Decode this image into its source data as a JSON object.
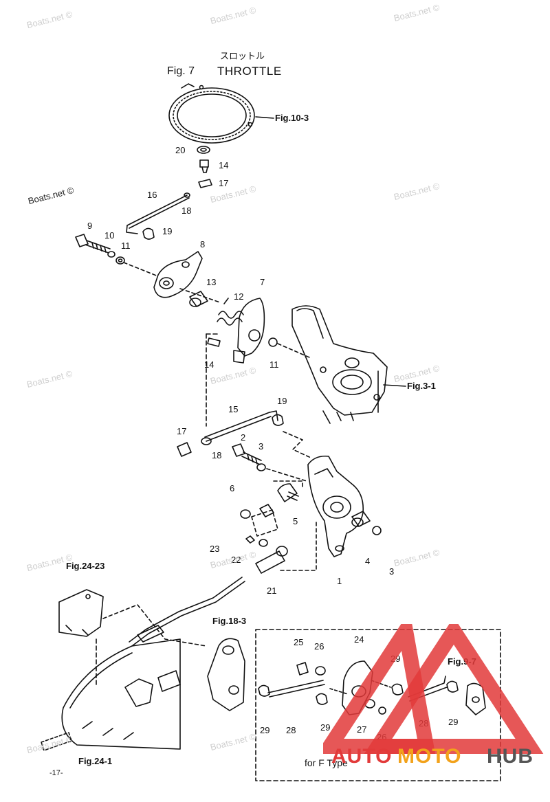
{
  "header": {
    "japanese_title": "スロットル",
    "figure_label": "Fig. 7",
    "title": "THROTTLE"
  },
  "watermark": "Boats.net ©",
  "page_number": "-17-",
  "note_box_label": "for F Type",
  "figure_refs": [
    "Fig.10-3",
    "Fig.3-1",
    "Fig.24-23",
    "Fig.18-3",
    "Fig.9-7",
    "Fig.24-1"
  ],
  "part_callouts": [
    "20",
    "14",
    "17",
    "16",
    "18",
    "9",
    "10",
    "11",
    "19",
    "8",
    "13",
    "12",
    "7",
    "14",
    "11",
    "15",
    "19",
    "17",
    "18",
    "2",
    "3",
    "6",
    "5",
    "23",
    "22",
    "21",
    "1",
    "4",
    "3",
    "25",
    "26",
    "24",
    "29",
    "29",
    "28",
    "29",
    "27",
    "26",
    "28",
    "29"
  ],
  "logo": {
    "text_auto": "AUTO",
    "text_moto": "MOTO",
    "text_hub": "HUB",
    "colors": {
      "red": "#e23a3a",
      "gold": "#f2a21b",
      "dark": "#555555"
    }
  }
}
